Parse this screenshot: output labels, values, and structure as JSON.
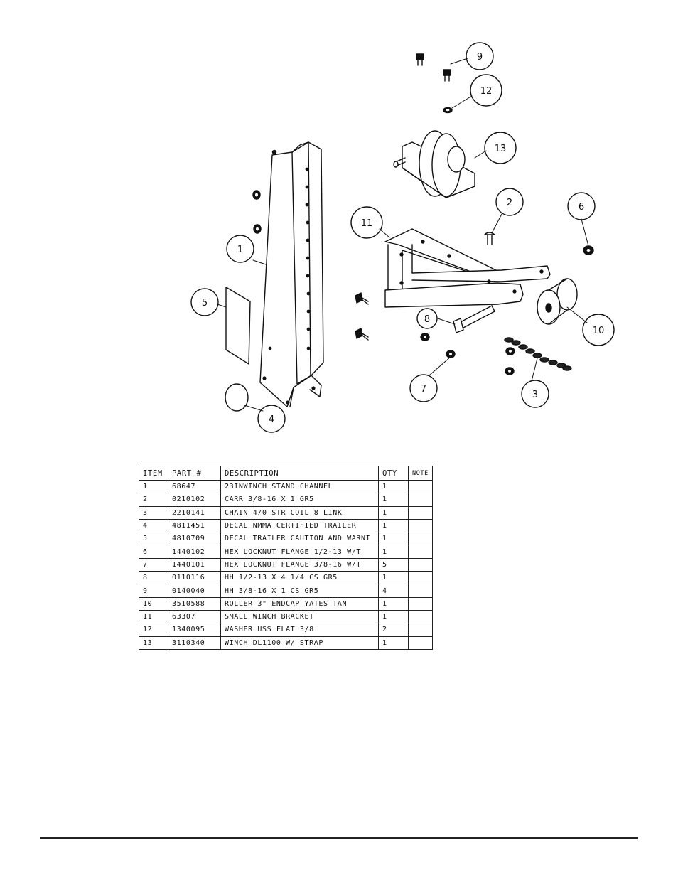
{
  "balloons": [
    "1",
    "2",
    "3",
    "4",
    "5",
    "6",
    "7",
    "8",
    "9",
    "10",
    "11",
    "12",
    "13"
  ],
  "bom": {
    "headers": [
      "ITEM",
      "PART #",
      "DESCRIPTION",
      "QTY",
      "NOTE"
    ],
    "rows": [
      [
        "1",
        "68647",
        "23INWINCH STAND CHANNEL",
        "1",
        ""
      ],
      [
        "2",
        "0210102",
        "CARR 3/8-16 X 1 GR5",
        "1",
        ""
      ],
      [
        "3",
        "2210141",
        "CHAIN 4/0 STR COIL 8 LINK",
        "1",
        ""
      ],
      [
        "4",
        "4811451",
        "DECAL NMMA CERTIFIED TRAILER",
        "1",
        ""
      ],
      [
        "5",
        "4810709",
        "DECAL TRAILER CAUTION AND WARNI",
        "1",
        ""
      ],
      [
        "6",
        "1440102",
        "HEX LOCKNUT FLANGE 1/2-13 W/T",
        "1",
        ""
      ],
      [
        "7",
        "1440101",
        "HEX LOCKNUT FLANGE 3/8-16 W/T",
        "5",
        ""
      ],
      [
        "8",
        "0110116",
        "HH 1/2-13 X 4 1/4 CS GR5",
        "1",
        ""
      ],
      [
        "9",
        "0140040",
        "HH 3/8-16 X 1 CS GR5",
        "4",
        ""
      ],
      [
        "10",
        "3510588",
        "ROLLER 3\" ENDCAP YATES TAN",
        "1",
        ""
      ],
      [
        "11",
        "63307",
        "SMALL WINCH BRACKET",
        "1",
        ""
      ],
      [
        "12",
        "1340095",
        "WASHER USS FLAT 3/8",
        "2",
        ""
      ],
      [
        "13",
        "3110340",
        "WINCH DL1100 W/ STRAP",
        "1",
        ""
      ]
    ]
  }
}
